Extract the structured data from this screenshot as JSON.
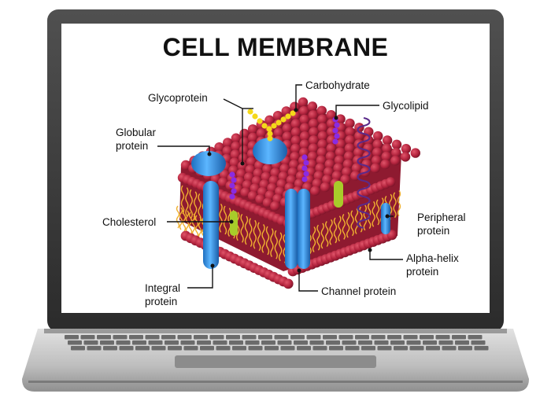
{
  "title": "CELL MEMBRANE",
  "labels": {
    "glycoprotein": "Glycoprotein",
    "carbohydrate": "Carbohydrate",
    "glycolipid": "Glycolipid",
    "globular_protein_1": "Globular",
    "globular_protein_2": "protein",
    "cholesterol": "Cholesterol",
    "peripheral_protein_1": "Peripheral",
    "peripheral_protein_2": "protein",
    "alpha_helix_protein_1": "Alpha-helix",
    "alpha_helix_protein_2": "protein",
    "integral_protein_1": "Integral",
    "integral_protein_2": "protein",
    "channel_protein": "Channel protein"
  },
  "colors": {
    "laptop_frame": "#3a3a3a",
    "laptop_base": "#c9c9c9",
    "keyboard": "#6b6b6b",
    "phospholipid_head": "#b5253f",
    "lipid_tail": "#f0b030",
    "protein_blue": "#2f8fd8",
    "cholesterol": "#a8cc2a",
    "glycolipid": "#8a2be2",
    "carbohydrate": "#f4d81a",
    "alpha_helix": "#5a2a8a"
  }
}
